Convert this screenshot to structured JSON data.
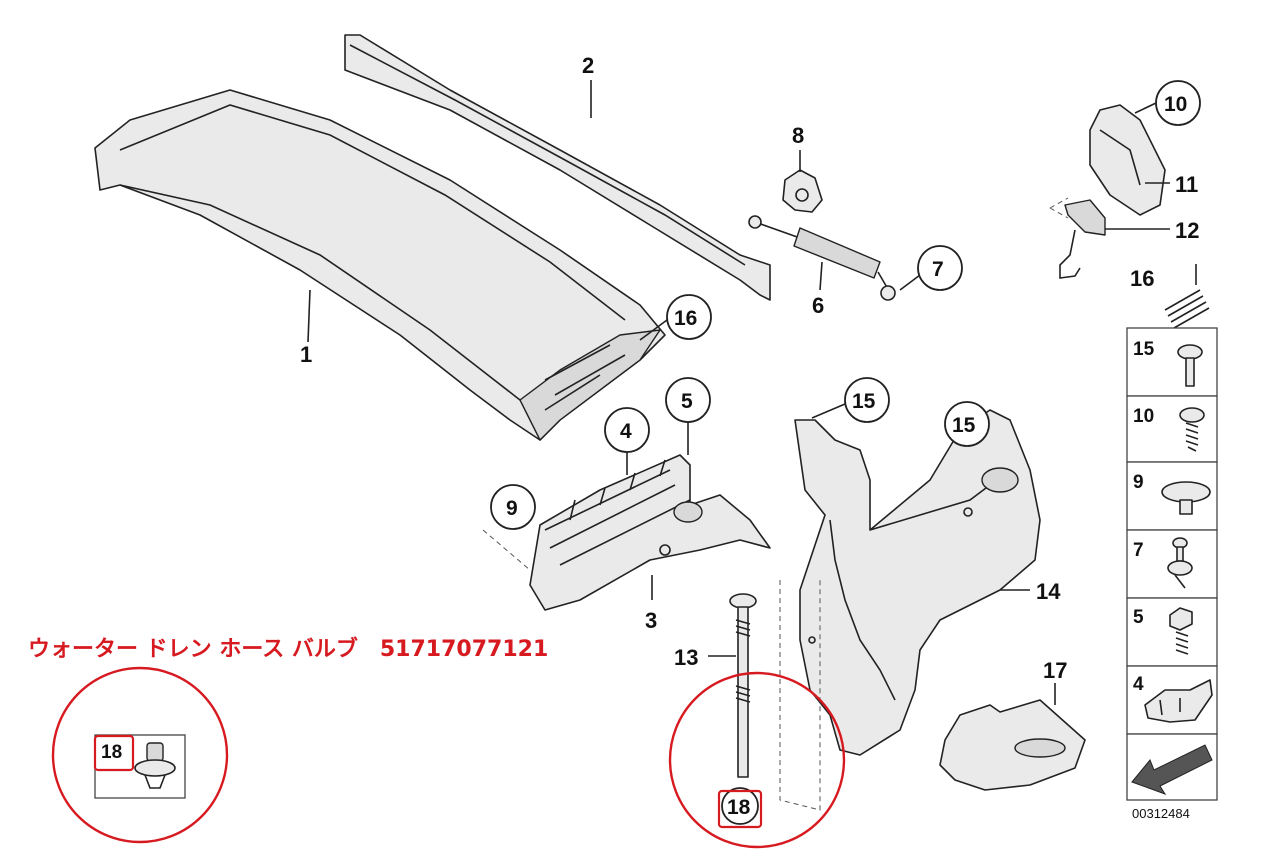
{
  "callouts": {
    "c1": "1",
    "c2": "2",
    "c3": "3",
    "c4": "4",
    "c5": "5",
    "c6": "6",
    "c7": "7",
    "c8": "8",
    "c9": "9",
    "c10": "10",
    "c11": "11",
    "c12": "12",
    "c13": "13",
    "c14": "14",
    "c15a": "15",
    "c15b": "15",
    "c16a": "16",
    "c16b": "16",
    "c17": "17",
    "c18": "18"
  },
  "sidebar": {
    "items": [
      {
        "label": "15",
        "icon": "bolt-icon"
      },
      {
        "label": "10",
        "icon": "screw-icon"
      },
      {
        "label": "9",
        "icon": "rivet-icon"
      },
      {
        "label": "7",
        "icon": "pin-icon"
      },
      {
        "label": "5",
        "icon": "screw-nut-icon"
      },
      {
        "label": "4",
        "icon": "clip-icon"
      }
    ],
    "arrow_icon": "direction-arrow-icon"
  },
  "diagram_code": "00312484",
  "annotation": {
    "title": "ウォーター ドレン ホース バルブ　51717077121",
    "inset_label": "18",
    "highlight_label": "18",
    "color": "#d71920"
  }
}
